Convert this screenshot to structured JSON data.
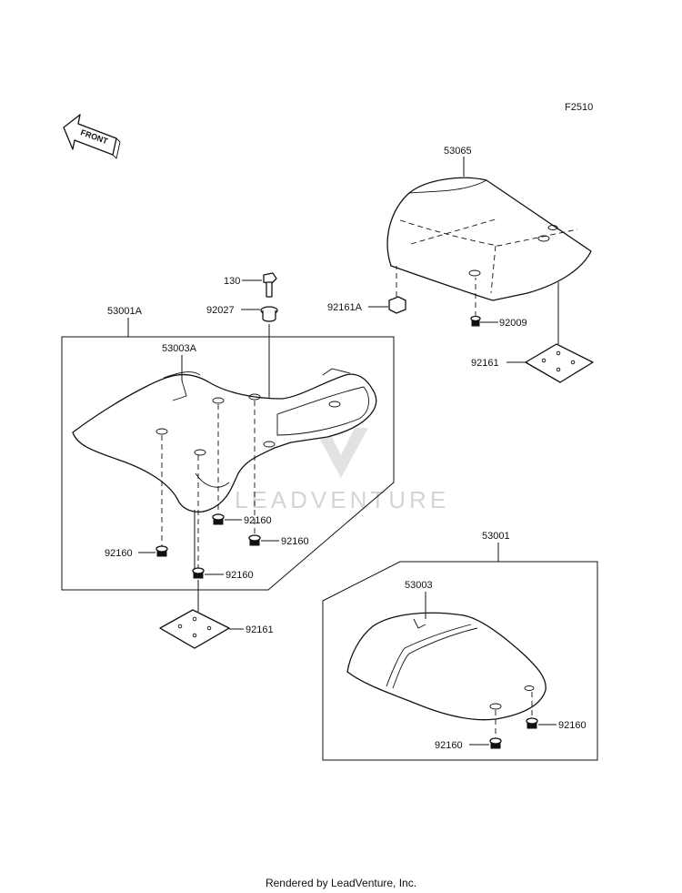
{
  "figure_code": "F2510",
  "front_label": "FRONT",
  "watermark": "LEADVENTURE",
  "footer": "Rendered by LeadVenture, Inc.",
  "parts": {
    "p53065": "53065",
    "p92161A": "92161A",
    "p92009": "92009",
    "p92161_right": "92161",
    "p130": "130",
    "p92027": "92027",
    "p53001A": "53001A",
    "p53003A": "53003A",
    "p92160_a": "92160",
    "p92160_b": "92160",
    "p92160_c": "92160",
    "p92160_d": "92160",
    "p92161_left": "92161",
    "p53001": "53001",
    "p53003": "53003",
    "p92160_e": "92160",
    "p92160_f": "92160"
  }
}
